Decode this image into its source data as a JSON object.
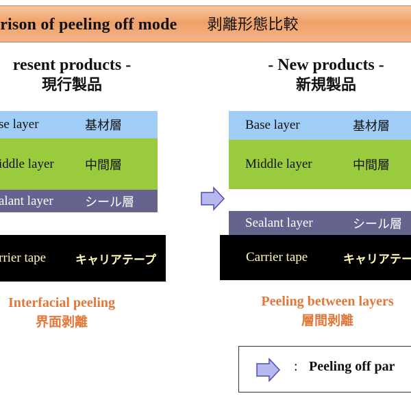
{
  "title": {
    "en": "arison of peeling off mode",
    "ja": "剥離形態比較"
  },
  "present": {
    "heading_en": "resent products -",
    "heading_ja": "現行製品",
    "layers": {
      "base": {
        "en": "se layer",
        "ja": "基材層"
      },
      "middle": {
        "en": "iddle layer",
        "ja": "中間層"
      },
      "sealant": {
        "en": "alant layer",
        "ja": "シール層"
      },
      "carrier": {
        "en": "rrier tape",
        "ja": "キャリアテープ"
      }
    },
    "caption_en": "Interfacial peeling",
    "caption_ja": "界面剥離"
  },
  "new": {
    "heading_en": "- New products -",
    "heading_ja": "新規製品",
    "layers": {
      "base": {
        "en": "Base layer",
        "ja": "基材層"
      },
      "middle": {
        "en": "Middle layer",
        "ja": "中間層"
      },
      "sealant": {
        "en": "Sealant layer",
        "ja": "シール層"
      },
      "carrier": {
        "en": "Carrier tape",
        "ja": "キャリアテープ"
      }
    },
    "caption_en": "Peeling between layers",
    "caption_ja": "層間剥離"
  },
  "legend": {
    "colon": ":",
    "text": "Peeling off par"
  },
  "colors": {
    "banner": "#f0a068",
    "base": "#9fcdf5",
    "middle": "#9acb3c",
    "sealant": "#65648f",
    "carrier": "#000000",
    "carrier_text": "#fffdb8",
    "caption": "#e0783a",
    "arrow_fill": "#b8b8f0"
  },
  "icons": {
    "peel_arrow": "right-arrow-icon"
  }
}
